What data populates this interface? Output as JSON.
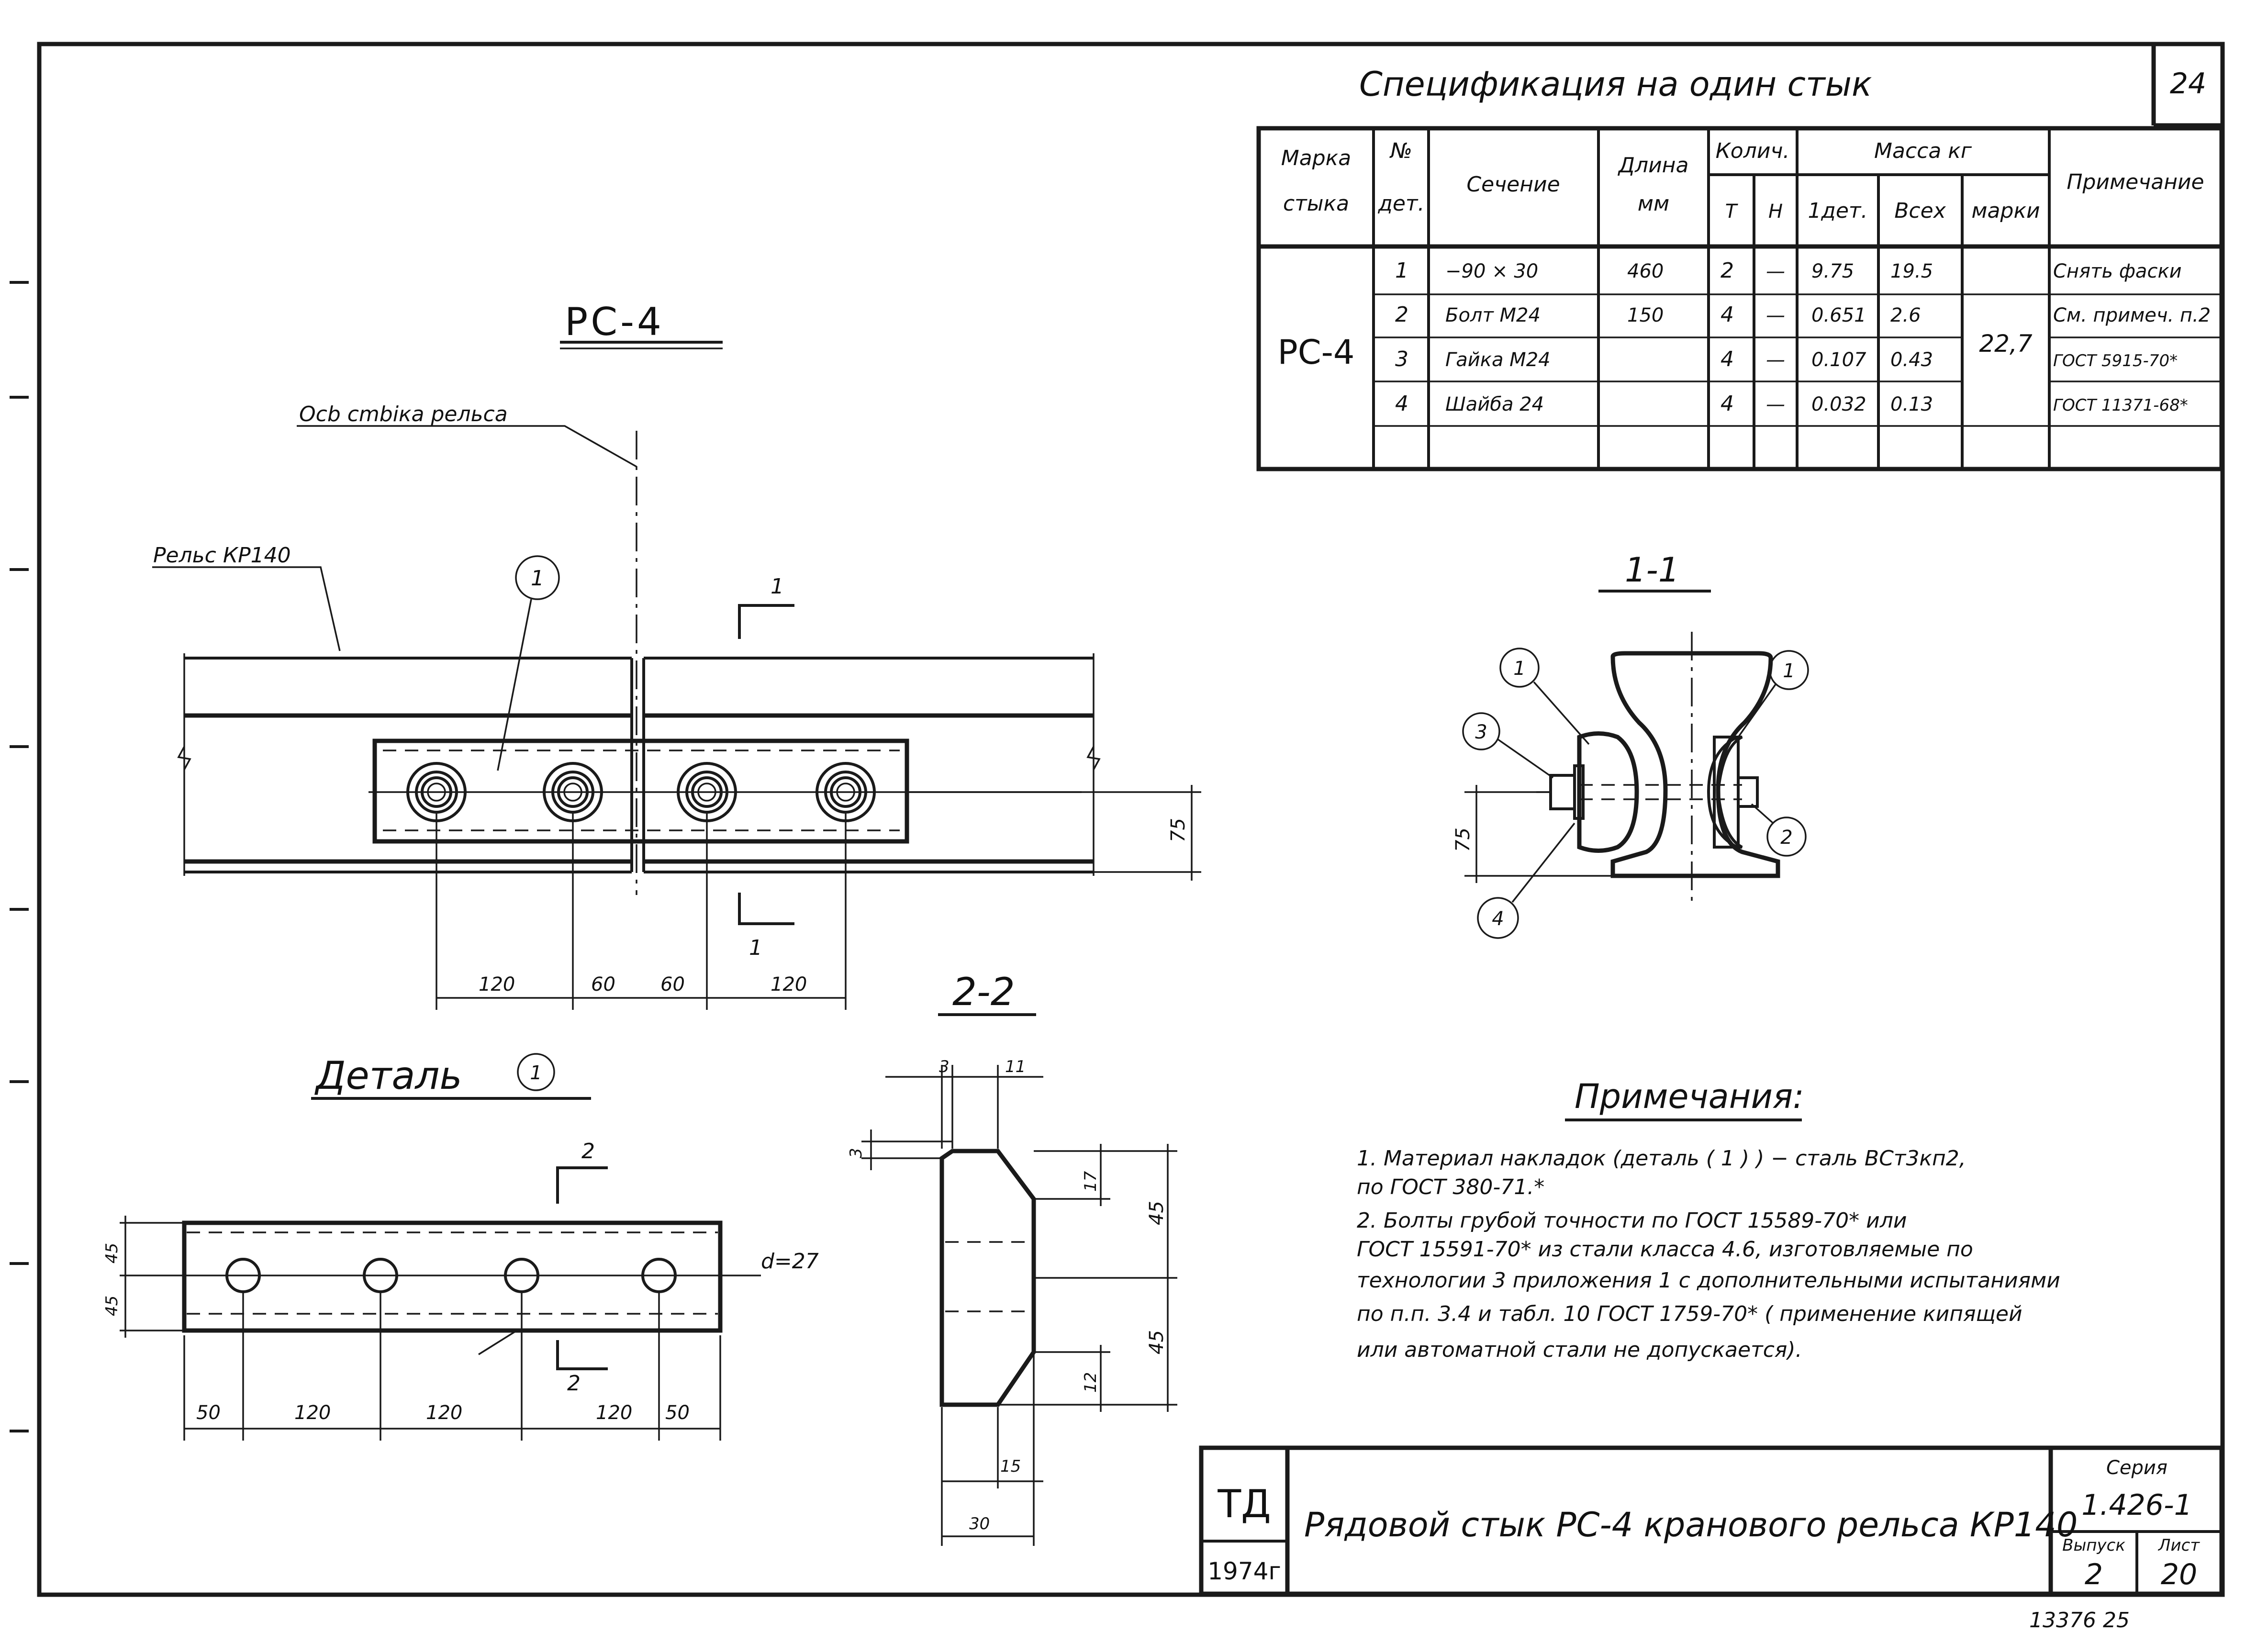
{
  "sheet": {
    "page_number": "24",
    "footer_number": "13376  25"
  },
  "drawing": {
    "title": "РС-4",
    "axis_label": "Осb  cmbiка  рельса",
    "rail_label": "Рельс  КР140",
    "callout_1": "1",
    "section_mark": "1",
    "dimensions": {
      "dim_120a": "120",
      "dim_60a": "60",
      "dim_60b": "60",
      "dim_120b": "120",
      "dim_75": "75"
    }
  },
  "spec": {
    "title": "Спецификация  на  один  стык",
    "headers": {
      "mark_1": "Марка",
      "mark_2": "стыка",
      "no_1": "№",
      "no_2": "дет.",
      "section": "Сечение",
      "length_1": "Длина",
      "length_2": "мм",
      "qty": "Колич.",
      "qty_t": "Т",
      "qty_n": "Н",
      "mass": "Масса кг",
      "mass_one": "1дет.",
      "mass_all": "Всех",
      "mass_mark": "марки",
      "note": "Примечание"
    },
    "mark": "РС-4",
    "mark_total": "22,7",
    "rows": [
      {
        "no": "1",
        "section": "−90 × 30",
        "length": "460",
        "t": "2",
        "n": "—",
        "one": "9.75",
        "all": "19.5",
        "note": "Снять фаски"
      },
      {
        "no": "2",
        "section": "Болт М24",
        "length": "150",
        "t": "4",
        "n": "—",
        "one": "0.651",
        "all": "2.6",
        "note": "См. примеч. п.2"
      },
      {
        "no": "3",
        "section": "Гайка М24",
        "length": "",
        "t": "4",
        "n": "—",
        "one": "0.107",
        "all": "0.43",
        "note": "ГОСТ 5915-70*"
      },
      {
        "no": "4",
        "section": "Шайба 24",
        "length": "",
        "t": "4",
        "n": "—",
        "one": "0.032",
        "all": "0.13",
        "note": "ГОСТ 11371-68*"
      }
    ]
  },
  "section_1_1": {
    "title": "1-1",
    "callouts": [
      "1",
      "1",
      "3",
      "2",
      "4"
    ],
    "dim_75": "75"
  },
  "detail": {
    "title": "Деталь",
    "callout": "1",
    "hole_label": "d=27",
    "section_mark": "2",
    "dims": {
      "h45a": "45",
      "h45b": "45",
      "d50a": "50",
      "d120a": "120",
      "d120b": "120",
      "d120c": "120",
      "d50b": "50"
    }
  },
  "section_2_2": {
    "title": "2-2",
    "dims": {
      "d3": "3",
      "d11": "11",
      "d3v": "3",
      "d17": "17",
      "d45a": "45",
      "d45b": "45",
      "d12": "12",
      "d15": "15",
      "d30": "30"
    }
  },
  "notes": {
    "title": "Примечания:",
    "line1": "1.  Материал   накладок  (деталь  ( 1 )  ) − сталь ВСт3кп2,",
    "line2": "     по    ГОСТ 380-71.*",
    "line3": "2.  Болты   грубой  точности  по ГОСТ 15589-70*   или",
    "line4": "     ГОСТ 15591-70*  из  стали  класса  4.6,  изготовляемые  по",
    "line5": "     технологии 3  приложения 1  с дополнительными  испытаниями",
    "line6": "     по п.п. 3.4   и табл. 10  ГОСТ 1759-70* ( применение  кипящей",
    "line7": "     или  автоматной   стали   не допускается)."
  },
  "titleblock": {
    "org": "ТД",
    "year": "1974г",
    "title": "Рядовой  стык РС-4  кранового рельса  КР140",
    "series_label": "Серия",
    "series": "1.426-1",
    "issue_label": "Выпуск",
    "issue": "2",
    "sheet_label": "Лист",
    "sheet": "20"
  }
}
